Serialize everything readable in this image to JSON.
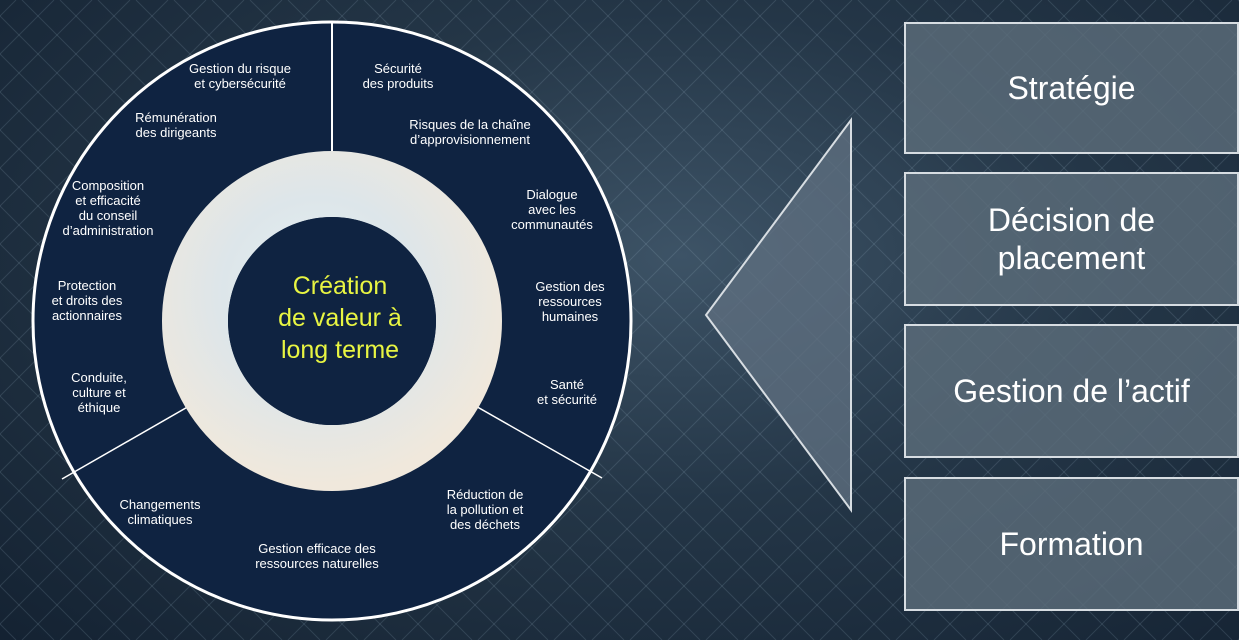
{
  "center": [
    "Création",
    "de valeur à",
    "long terme"
  ],
  "topics": [
    [
      "Gestion du risque",
      "et cybersécurité"
    ],
    [
      "Sécurité",
      "des produits"
    ],
    [
      "Risques de la chaîne",
      "d’approvisionnement"
    ],
    [
      "Dialogue",
      "avec les",
      "communautés"
    ],
    [
      "Gestion des",
      "ressources",
      "humaines"
    ],
    [
      "Santé",
      "et sécurité"
    ],
    [
      "Réduction de",
      "la pollution et",
      "des déchets"
    ],
    [
      "Gestion efficace des",
      "ressources naturelles"
    ],
    [
      "Changements",
      "climatiques"
    ],
    [
      "Conduite,",
      "culture et",
      "éthique"
    ],
    [
      "Protection",
      "et droits des",
      "actionnaires"
    ],
    [
      "Composition",
      "et efficacité",
      "du conseil",
      "d’administration"
    ],
    [
      "Rémunération",
      "des dirigeants"
    ]
  ],
  "boxes": [
    [
      "Stratégie"
    ],
    [
      "Décision de",
      "placement"
    ],
    [
      "Gestion de l’actif"
    ],
    [
      "Formation"
    ]
  ],
  "colors": {
    "wheel": "#0f2341",
    "center_text": "#e8f542",
    "box_fill": "#5c6c7a"
  }
}
